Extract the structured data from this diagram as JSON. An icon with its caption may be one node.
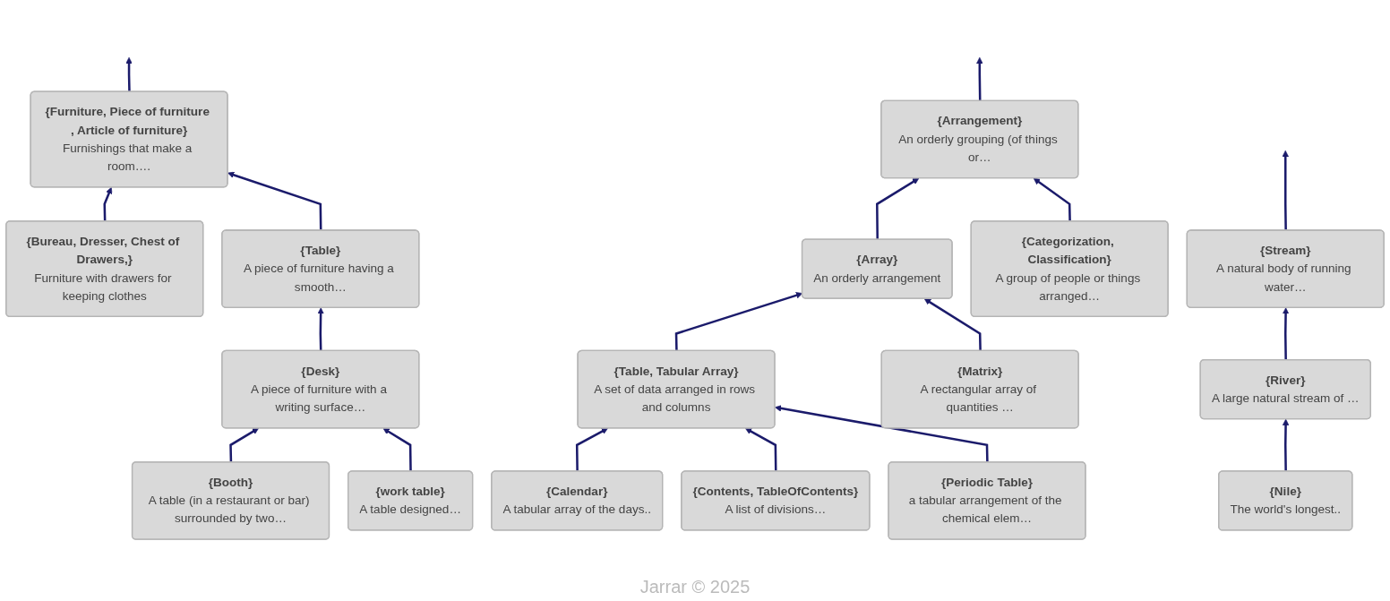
{
  "diagram": {
    "nodes": [
      {
        "text": [
          "{Furniture, Piece of furniture , Article of furniture}",
          "Furnishings that make a room…."
        ]
      },
      {
        "text": [
          "{Stream}",
          "A natural body of running water…"
        ]
      },
      {
        "text": [
          "{Arrangement}",
          "An orderly grouping (of things or…"
        ]
      },
      {
        "text": [
          "{Bureau, Dresser, Chest of Drawers,}",
          "Furniture with drawers for keeping clothes"
        ]
      },
      {
        "text": [
          "{Table}",
          "A piece of furniture having a smooth…"
        ]
      },
      {
        "text": [
          "{River}",
          "A large natural stream of …"
        ]
      },
      {
        "text": [
          "{Array}",
          "An orderly arrangement"
        ]
      },
      {
        "text": [
          "{Categorization, Classification}",
          "A group of people or things arranged…"
        ]
      },
      {
        "text": [
          "{Desk}",
          "A piece of furniture with a writing surface…"
        ]
      },
      {
        "text": [
          "{Nile}",
          "The world's longest.."
        ]
      },
      {
        "text": [
          "{Table, Tabular Array}",
          "A set of data arranged in rows and columns"
        ]
      },
      {
        "text": [
          "{Matrix}",
          "A rectangular array of quantities …"
        ]
      },
      {
        "text": [
          "{Booth}",
          "A table (in a restaurant or bar) surrounded by two…"
        ]
      },
      {
        "text": [
          "{work table}",
          "A table designed…"
        ]
      },
      {
        "text": [
          "{Calendar}",
          "A tabular array of the days.."
        ]
      },
      {
        "text": [
          "{Contents, TableOfContents}",
          "A list of divisions…"
        ]
      },
      {
        "text": [
          "{Periodic Table}",
          "a tabular arrangement of the chemical elem…"
        ]
      }
    ],
    "edges": [
      {
        "from": 0,
        "to": null,
        "arrow": "to"
      },
      {
        "from": 1,
        "to": null,
        "arrow": "to"
      },
      {
        "from": 2,
        "to": null,
        "arrow": "to"
      },
      {
        "from": 3,
        "to": 0,
        "arrow": "to"
      },
      {
        "from": 4,
        "to": 0,
        "arrow": "to"
      },
      {
        "from": 8,
        "to": 4,
        "arrow": "to"
      },
      {
        "from": 12,
        "to": 8,
        "arrow": "to"
      },
      {
        "from": 13,
        "to": 8,
        "arrow": "to"
      },
      {
        "from": 5,
        "to": 1,
        "arrow": "to"
      },
      {
        "from": 9,
        "to": 5,
        "arrow": "to"
      },
      {
        "from": 6,
        "to": 2,
        "arrow": "to"
      },
      {
        "from": 7,
        "to": 2,
        "arrow": "to"
      },
      {
        "from": 10,
        "to": 6,
        "arrow": "to"
      },
      {
        "from": 11,
        "to": 6,
        "arrow": "to"
      },
      {
        "from": 14,
        "to": 10,
        "arrow": "to"
      },
      {
        "from": 15,
        "to": 10,
        "arrow": "to"
      },
      {
        "from": 16,
        "to": 10,
        "arrow": "to"
      }
    ],
    "labels": [
      "Jarrar © 2025"
    ]
  }
}
